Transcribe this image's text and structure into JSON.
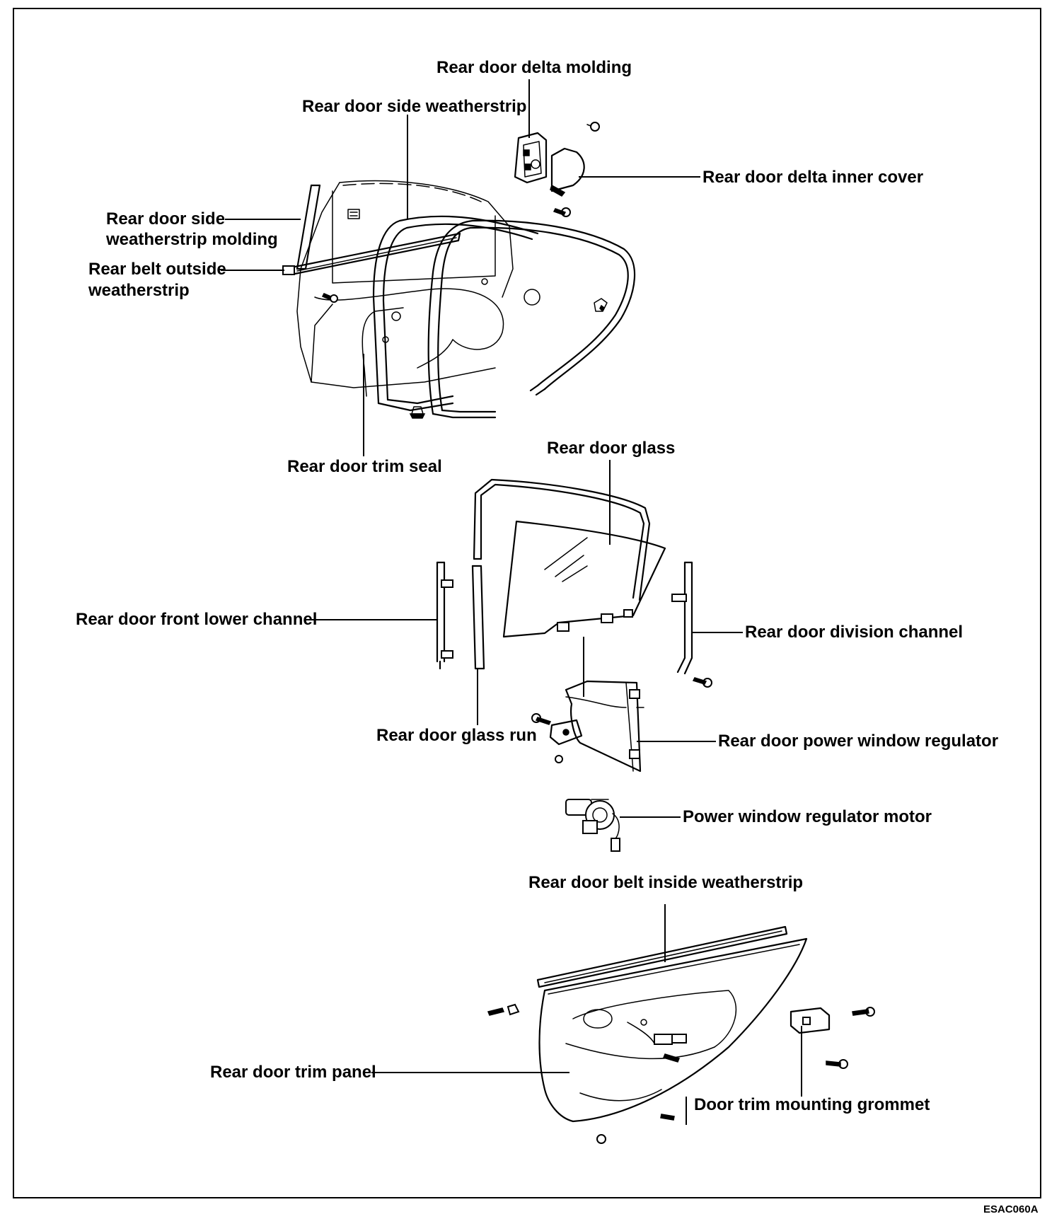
{
  "labels": {
    "delta_molding": "Rear door delta molding",
    "side_weatherstrip": "Rear door side weatherstrip",
    "delta_inner_cover": "Rear door delta inner cover",
    "side_weatherstrip_molding_1": "Rear door side",
    "side_weatherstrip_molding_2": "weatherstrip molding",
    "belt_outside_1": "Rear belt outside",
    "belt_outside_2": "weatherstrip",
    "trim_seal": "Rear door trim seal",
    "door_glass": "Rear door glass",
    "front_lower_channel": "Rear door front lower channel",
    "division_channel": "Rear door division channel",
    "glass_run": "Rear door glass run",
    "power_window_regulator": "Rear door power window regulator",
    "regulator_motor": "Power window regulator motor",
    "belt_inside_weatherstrip": "Rear door belt inside weatherstrip",
    "trim_panel": "Rear door trim panel",
    "mounting_grommet": "Door trim mounting grommet"
  },
  "figure_code": "ESAC060A"
}
